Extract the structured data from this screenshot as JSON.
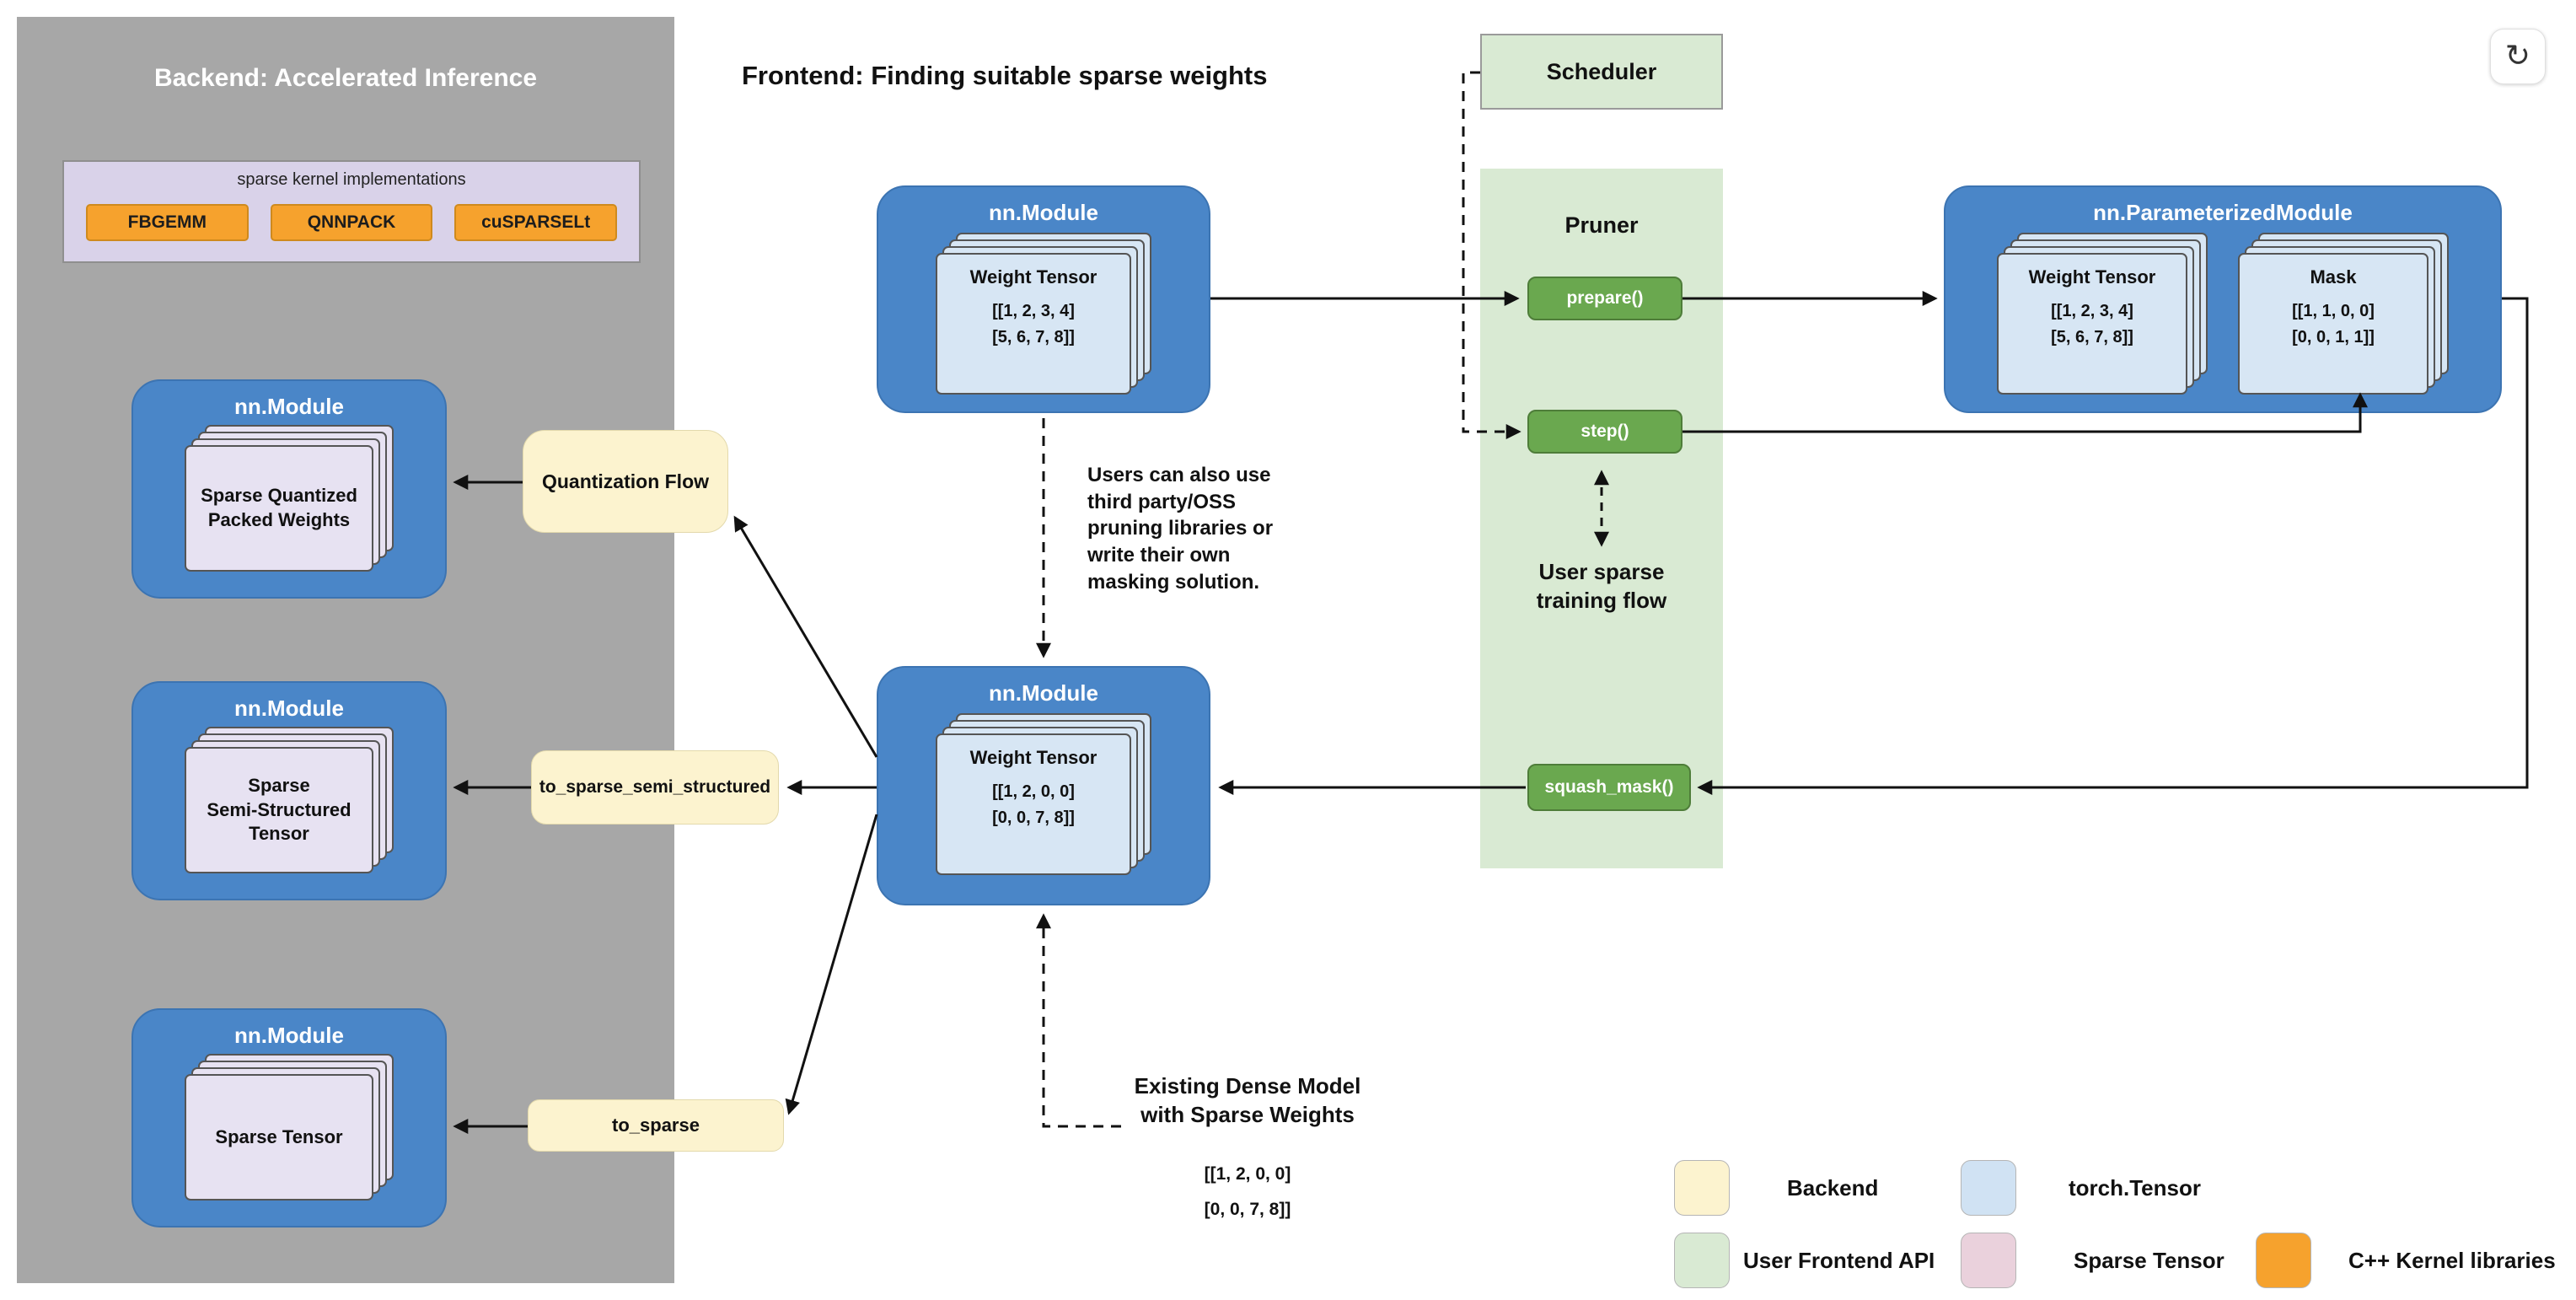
{
  "colors": {
    "module_blue": "#4a86c8",
    "panel_gray": "#a7a7a7",
    "frontend_api_green": "#d9ead3",
    "action_green": "#6aa84f",
    "backend_cream": "#fcf3cf",
    "tensor_blue": "#d7e6f4",
    "sparse_pink": "#ead1dc",
    "kernel_orange": "#f6a22d",
    "lavender": "#d9d2e9"
  },
  "toolbar": {
    "refresh_icon": "↻"
  },
  "backend": {
    "title": "Backend: Accelerated Inference",
    "kernel_box": {
      "label": "sparse kernel implementations",
      "kernels": [
        "FBGEMM",
        "QNNPACK",
        "cuSPARSELt"
      ]
    },
    "modules": [
      {
        "title": "nn.Module",
        "label": "Sparse Quantized\nPacked Weights"
      },
      {
        "title": "nn.Module",
        "label": "Sparse\nSemi-Structured\nTensor"
      },
      {
        "title": "nn.Module",
        "label": "Sparse Tensor"
      }
    ],
    "flows": [
      {
        "label": "Quantization Flow"
      },
      {
        "label": "to_sparse_semi_structured"
      },
      {
        "label": "to_sparse"
      }
    ]
  },
  "frontend": {
    "title": "Frontend: Finding suitable sparse weights",
    "dense_module": {
      "title": "nn.Module",
      "tensor_label": "Weight Tensor",
      "matrix": "[[1, 2, 3, 4]\n[5, 6, 7, 8]]"
    },
    "sparse_module": {
      "title": "nn.Module",
      "tensor_label": "Weight Tensor",
      "matrix": "[[1, 2, 0, 0]\n[0, 0, 7, 8]]"
    },
    "third_party_note": "Users can also use\nthird party/OSS\npruning libraries or\nwrite their own\nmasking solution.",
    "dense_annotation": {
      "title": "Existing Dense Model\nwith Sparse Weights",
      "matrix": "[[1, 2, 0, 0]\n[0, 0, 7, 8]]"
    }
  },
  "scheduler": {
    "title": "Scheduler"
  },
  "pruner": {
    "title": "Pruner",
    "buttons": [
      "prepare()",
      "step()",
      "squash_mask()"
    ],
    "note": "User sparse\ntraining flow"
  },
  "parameterized_module": {
    "title": "nn.ParameterizedModule",
    "weight": {
      "label": "Weight Tensor",
      "matrix": "[[1, 2, 3, 4]\n[5, 6, 7, 8]]"
    },
    "mask": {
      "label": "Mask",
      "matrix": "[[1, 1, 0, 0]\n[0, 0, 1, 1]]"
    }
  },
  "legend": {
    "items": [
      {
        "label": "Backend",
        "color": "#fcf3cf"
      },
      {
        "label": "torch.Tensor",
        "color": "#d0e2f3"
      },
      {
        "label": "User Frontend API",
        "color": "#d9ead3"
      },
      {
        "label": "Sparse Tensor",
        "color": "#ead1dc"
      },
      {
        "label": "C++ Kernel libraries",
        "color": "#f6a22d"
      }
    ]
  }
}
